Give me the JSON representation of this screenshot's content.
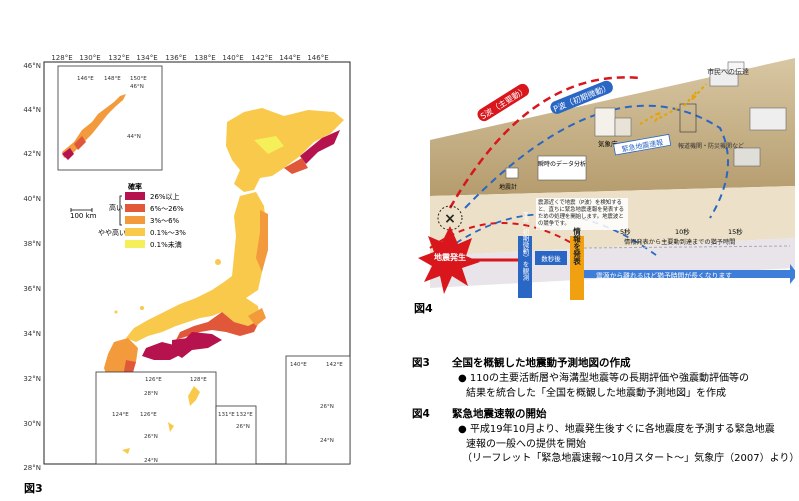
{
  "figure3": {
    "label": "図3",
    "lat_labels": [
      "46°N",
      "44°N",
      "42°N",
      "40°N",
      "38°N",
      "36°N",
      "34°N",
      "32°N",
      "30°N",
      "28°N"
    ],
    "lon_labels": [
      "128°E",
      "130°E",
      "132°E",
      "134°E",
      "136°E",
      "138°E",
      "140°E",
      "142°E",
      "144°E",
      "146°E"
    ],
    "inset_ne": {
      "lon": [
        "146°E",
        "148°E",
        "150°E"
      ],
      "lat_top": "46°N",
      "lat_bottom": "44°N"
    },
    "inset_sw": {
      "lon": [
        "126°E",
        "128°E"
      ],
      "lat": [
        "28°N",
        "26°N",
        "24°N"
      ],
      "lon2": [
        "124°E",
        "126°E"
      ],
      "lon3": [
        "131°E",
        "132°E"
      ],
      "lat3": "26°N"
    },
    "inset_se": {
      "lon": [
        "140°E",
        "142°E"
      ],
      "lat": [
        "26°N",
        "24°N"
      ]
    },
    "scale": "100 km",
    "legend": {
      "title": "確率",
      "groups": [
        "高い",
        "やや高い"
      ],
      "items": [
        {
          "label": "26%以上",
          "color": "#b5124e"
        },
        {
          "label": "6%〜26%",
          "color": "#e0573a"
        },
        {
          "label": "3%〜6%",
          "color": "#f29a3c"
        },
        {
          "label": "0.1%〜3%",
          "color": "#f8c94a"
        },
        {
          "label": "0.1%未満",
          "color": "#f5ef5a"
        }
      ]
    }
  },
  "figure4": {
    "label": "図4",
    "s_wave": "S波（主要動）",
    "p_wave": "P波（初期微動）",
    "epicenter": "地震発生",
    "p_detect": "P波（初期微動）を観測",
    "seconds": "数秒後",
    "announce": "情報を発表",
    "citizens": "市民への伝達",
    "agencies": "報道機関・防災機関など",
    "jma": "気象庁",
    "eew": "緊急地震速報",
    "station": "地震計",
    "instant": "瞬時のデータ分析",
    "note": "震源近くで地震（P波）を検知すると、直ちに緊急地震速報を発表するための処理を開始します。地震波との競争です。",
    "time_5": "5秒",
    "time_10": "10秒",
    "time_15": "15秒",
    "arrival": "情報発表から主要動到達までの猶予時間",
    "longer": "震源から離れるほど猶予時間が長くなります"
  },
  "captions": [
    {
      "num": "図3",
      "title": "全国を概観した地震動予測地図の作成",
      "body": [
        "● 110の主要活断層や海溝型地震等の長期評価や強震動評価等の",
        "結果を統合した「全国を概観した地震動予測地図」を作成"
      ]
    },
    {
      "num": "図4",
      "title": "緊急地震速報の開始",
      "body": [
        "● 平成19年10月より、地震発生後すぐに各地震度を予測する緊急地震",
        "速報の一般への提供を開始",
        "（リーフレット「緊急地震速報〜10月スタート〜」気象庁（2007）より）"
      ]
    }
  ]
}
